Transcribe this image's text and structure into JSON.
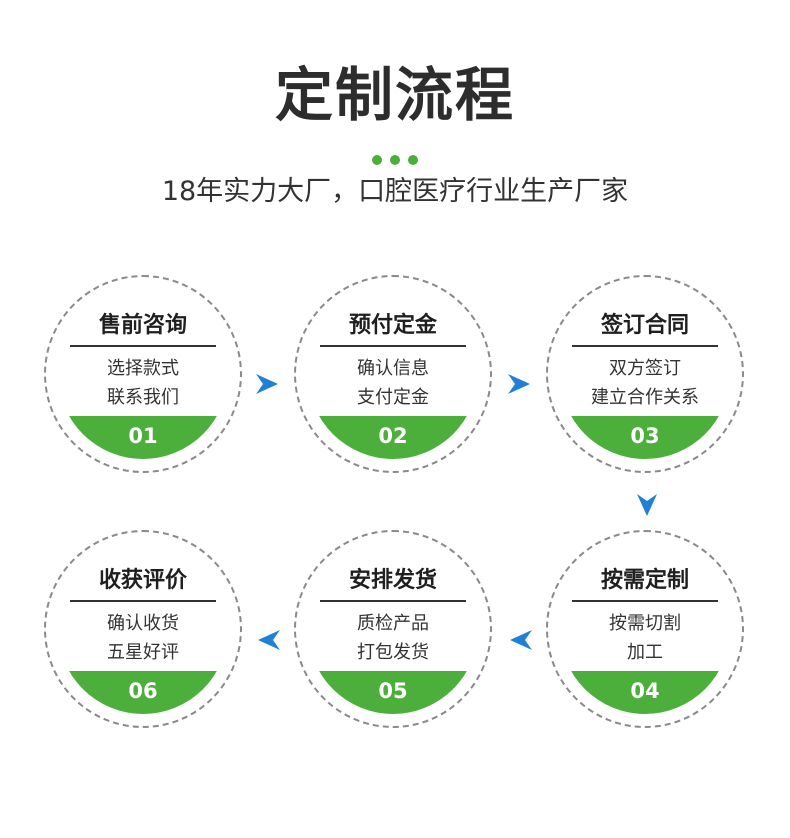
{
  "header": {
    "title": "定制流程",
    "subtitle": "18年实力大厂，口腔医疗行业生产厂家"
  },
  "colors": {
    "accent_green": "#4caf3c",
    "arrow_blue": "#1f80d6",
    "circle_border": "#8a8a8a"
  },
  "steps": [
    {
      "title": "售前咨询",
      "line1": "选择款式",
      "line2": "联系我们",
      "number": "01"
    },
    {
      "title": "预付定金",
      "line1": "确认信息",
      "line2": "支付定金",
      "number": "02"
    },
    {
      "title": "签订合同",
      "line1": "双方签订",
      "line2": "建立合作关系",
      "number": "03"
    },
    {
      "title": "按需定制",
      "line1": "按需切割",
      "line2": "加工",
      "number": "04"
    },
    {
      "title": "安排发货",
      "line1": "质检产品",
      "line2": "打包发货",
      "number": "05"
    },
    {
      "title": "收获评价",
      "line1": "确认收货",
      "line2": "五星好评",
      "number": "06"
    }
  ],
  "arrows": [
    "arrow-right-icon",
    "arrow-right-icon",
    "arrow-down-icon",
    "arrow-left-icon",
    "arrow-left-icon"
  ]
}
